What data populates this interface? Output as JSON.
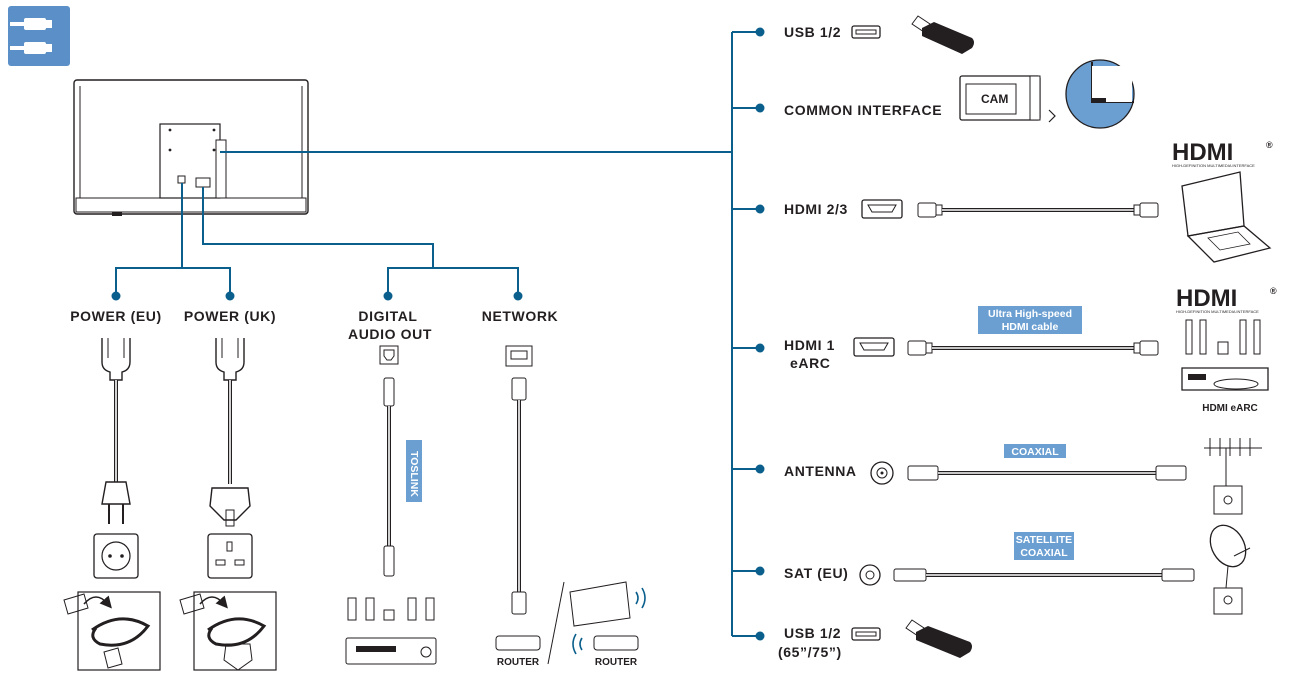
{
  "colors": {
    "connector_line": "#0b5f8c",
    "icon_tile": "#5b8fc7",
    "tag_fill": "#6b9fd2",
    "ink": "#231f20"
  },
  "header_icon": "cable-connection-icon",
  "left_ports": {
    "power_eu": "POWER (EU)",
    "power_uk": "POWER (UK)",
    "digital_audio_line1": "DIGITAL",
    "digital_audio_line2": "AUDIO OUT",
    "network": "NETWORK",
    "toslink_tag": "TOSLINK",
    "router_wired": "ROUTER",
    "router_wifi": "ROUTER"
  },
  "right_ports": {
    "usb_top": "USB 1/2",
    "common_interface": "COMMON INTERFACE",
    "cam": "CAM",
    "hdmi_23": "HDMI 2/3",
    "hdmi1_line1": "HDMI 1",
    "hdmi1_line2": "eARC",
    "ultra_tag_line1": "Ultra High-speed",
    "ultra_tag_line2": "HDMI cable",
    "hdmi_earc_caption": "HDMI eARC",
    "antenna": "ANTENNA",
    "coaxial_tag": "COAXIAL",
    "sat": "SAT (EU)",
    "sat_tag_line1": "SATELLITE",
    "sat_tag_line2": "COAXIAL",
    "usb_bottom_line1": "USB 1/2",
    "usb_bottom_line2": "(65”/75”)"
  },
  "hdmi_logo": {
    "word": "HDMI",
    "registered": "®",
    "subtitle": "HIGH-DEFINITION MULTIMEDIA INTERFACE"
  }
}
